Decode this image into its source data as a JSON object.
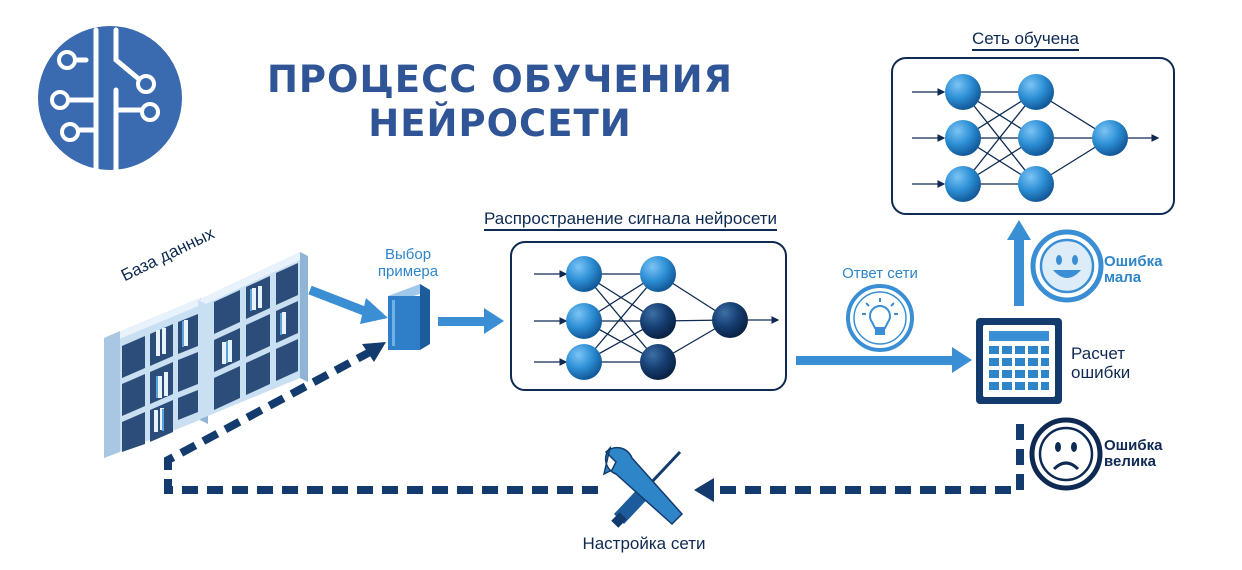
{
  "title_line1": "ПРОЦЕСС ОБУЧЕНИЯ",
  "title_line2": "НЕЙРОСЕТИ",
  "database_label": "База данных",
  "sample_select_line1": "Выбор",
  "sample_select_line2": "примера",
  "propagation_label": "Распространение сигнала нейросети",
  "net_answer_label": "Ответ сети",
  "error_calc_line1": "Расчет",
  "error_calc_line2": "ошибки",
  "small_error_line1": "Ошибка",
  "small_error_line2": "мала",
  "big_error_line1": "Ошибка",
  "big_error_line2": "велика",
  "trained_label": "Сеть обучена",
  "tuning_label": "Настройка сети",
  "colors": {
    "navy": "#0e2a52",
    "blue": "#2e86c9",
    "title": "#2f5597",
    "node": "#2d8fd5"
  },
  "icons": [
    "circuit-logo-icon",
    "bookshelf-icon",
    "book-icon",
    "lightbulb-icon",
    "calculator-icon",
    "smiley-happy-icon",
    "smiley-sad-icon",
    "wrench-screwdriver-icon"
  ]
}
